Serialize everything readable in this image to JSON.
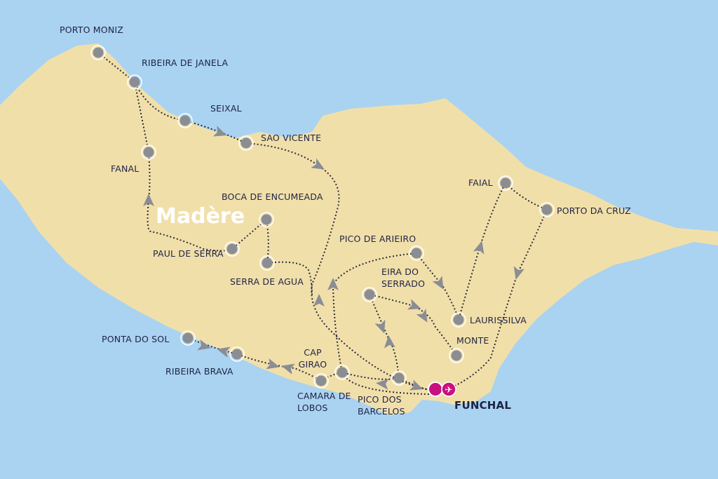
{
  "map": {
    "title": "Madère",
    "colors": {
      "sea": "#a9d3f1",
      "land": "#f1dfaa",
      "node": "#8a8d94",
      "arrow": "#8a8d94",
      "text": "#1e2344",
      "airport": "#c8117f"
    },
    "stops": [
      {
        "id": "porto-moniz",
        "lines": [
          "PORTO MONIZ"
        ]
      },
      {
        "id": "ribeira-de-janela",
        "lines": [
          "RIBEIRA DE JANELA"
        ]
      },
      {
        "id": "seixal",
        "lines": [
          "SEIXAL"
        ]
      },
      {
        "id": "sao-vicente",
        "lines": [
          "SAO VICENTE"
        ]
      },
      {
        "id": "fanal",
        "lines": [
          "FANAL"
        ]
      },
      {
        "id": "boca-de-encumeada",
        "lines": [
          "BOCA DE ENCUMEADA"
        ]
      },
      {
        "id": "paul-de-serra",
        "lines": [
          "PAUL DE SERRA"
        ]
      },
      {
        "id": "serra-de-agua",
        "lines": [
          "SERRA DE AGUA"
        ]
      },
      {
        "id": "pico-de-arieiro",
        "lines": [
          "PICO DE ARIEIRO"
        ]
      },
      {
        "id": "eira-do-serrado",
        "lines": [
          "EIRA DO",
          "SERRADO"
        ]
      },
      {
        "id": "laurissilva",
        "lines": [
          "LAURISSILVA"
        ]
      },
      {
        "id": "monte",
        "lines": [
          "MONTE"
        ]
      },
      {
        "id": "faial",
        "lines": [
          "FAIAL"
        ]
      },
      {
        "id": "porto-da-cruz",
        "lines": [
          "PORTO DA CRUZ"
        ]
      },
      {
        "id": "ponta-do-sol",
        "lines": [
          "PONTA DO SOL"
        ]
      },
      {
        "id": "ribeira-brava",
        "lines": [
          "RIBEIRA BRAVA"
        ]
      },
      {
        "id": "cap-girao",
        "lines": [
          "CAP",
          "GIRAO"
        ]
      },
      {
        "id": "camara-de-lobos",
        "lines": [
          "CAMARA DE",
          "LOBOS"
        ]
      },
      {
        "id": "pico-dos-barcelos",
        "lines": [
          "PICO DOS",
          "BARCELOS"
        ]
      }
    ],
    "hub": {
      "label": "FUNCHAL",
      "icon": "airplane-icon"
    }
  }
}
